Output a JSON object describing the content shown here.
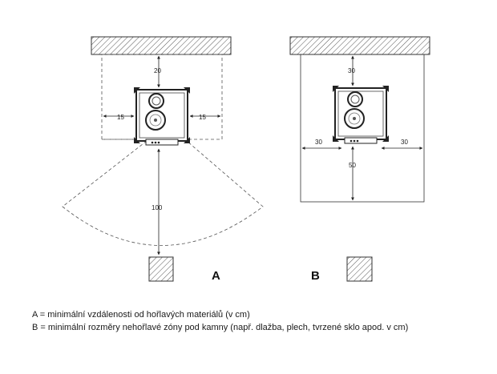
{
  "diagram_a": {
    "letter": "A",
    "dim_rear": "20",
    "dim_left": "15",
    "dim_right": "15",
    "dim_front": "100"
  },
  "diagram_b": {
    "letter": "B",
    "dim_rear": "30",
    "dim_left": "30",
    "dim_right": "30",
    "dim_front": "50"
  },
  "legend": {
    "a": "A = minimální vzdálenosti od hořlavých materiálů (v cm)",
    "b": "B = minimální rozměry nehořlavé zóny pod kamny (např. dlažba, plech, tvrzené sklo apod. v cm)"
  },
  "colors": {
    "line": "#333333",
    "hatch": "#555555",
    "fill": "#f2f2f2"
  },
  "icons": [
    "stove-icon",
    "hatched-wall-icon",
    "hatched-floor-swatch-icon"
  ]
}
